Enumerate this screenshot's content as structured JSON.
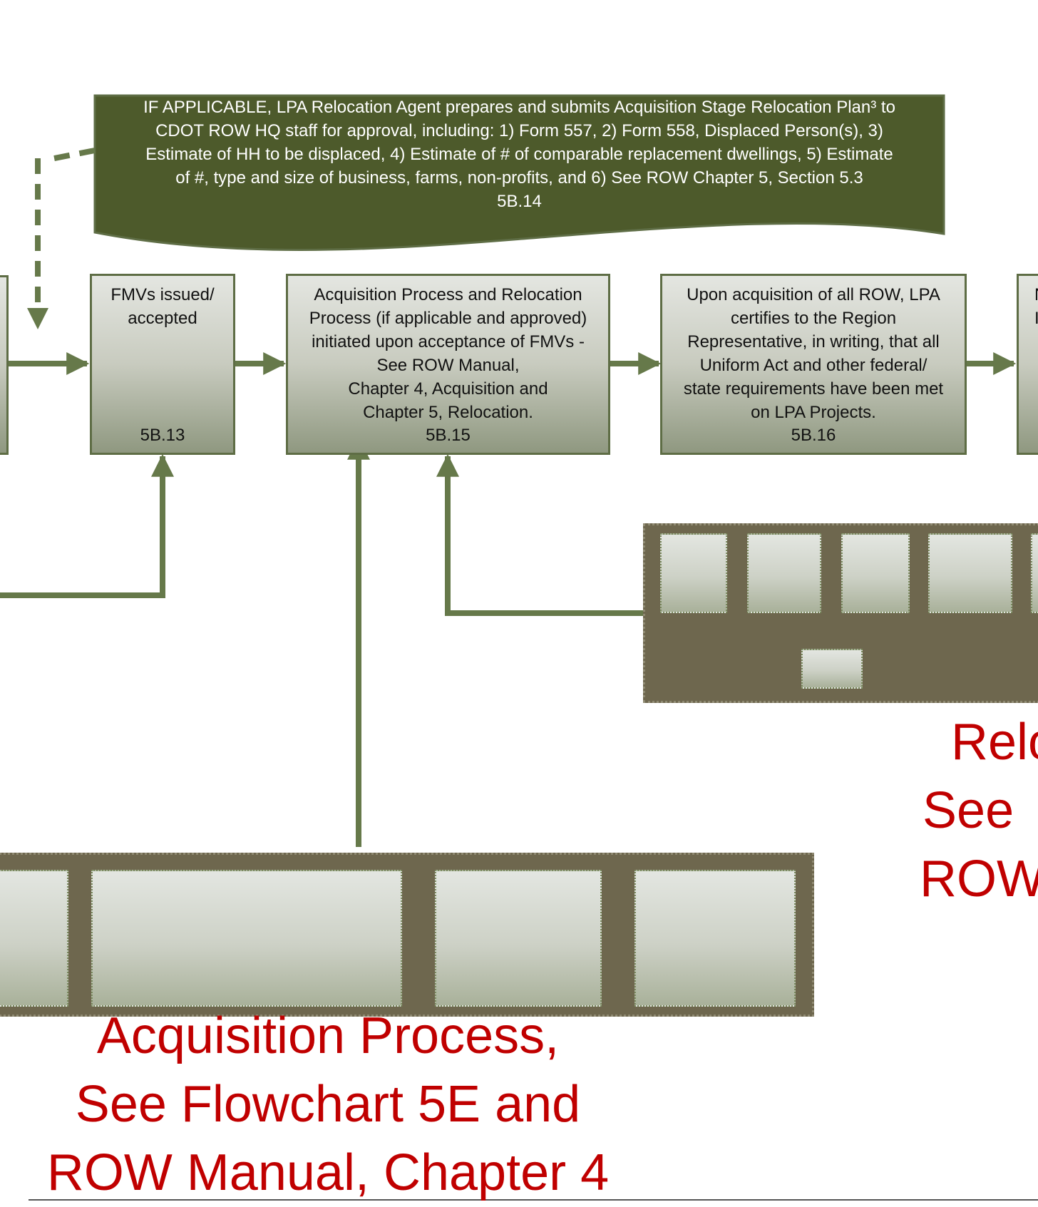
{
  "colors": {
    "arrow": "#66794a",
    "node_border": "#5e6d45",
    "note_fill": "#4d5a2b",
    "container_fill": "#6e674e",
    "callout_text": "#c00000"
  },
  "note_5b14": {
    "lines": [
      "IF APPLICABLE, LPA Relocation Agent prepares and submits Acquisition Stage Relocation Plan³ to",
      "CDOT ROW HQ staff for approval, including:  1) Form 557, 2) Form 558, Displaced Person(s), 3)",
      "Estimate of HH to be displaced, 4) Estimate of # of comparable replacement dwellings, 5) Estimate",
      "of #, type and  size of business, farms, non-profits, and 6) See ROW Chapter 5, Section 5.3",
      "5B.14"
    ]
  },
  "nodes": {
    "n5b13": {
      "lines": [
        "FMVs issued/",
        "accepted"
      ],
      "id": "5B.13"
    },
    "n5b15": {
      "lines": [
        "Acquisition Process and Relocation",
        "Process (if applicable and approved)",
        "initiated upon  acceptance of FMVs -",
        "See ROW Manual,",
        "Chapter 4, Acquisition and",
        "Chapter 5, Relocation."
      ],
      "id": "5B.15"
    },
    "n5b16": {
      "lines": [
        "Upon acquisition of all ROW, LPA",
        "certifies to the Region",
        "Representative, in writing, that all",
        "Uniform Act and other federal/",
        "state requirements have been met",
        "on LPA Projects."
      ],
      "id": "5B.16"
    },
    "n_partial": {
      "lines": [
        "N",
        "I"
      ]
    }
  },
  "acquisition_callout": {
    "lines": [
      "Acquisition Process,",
      "See Flowchart 5E and",
      "ROW Manual, Chapter 4"
    ]
  },
  "relocation_callout": {
    "lines": [
      "Relo",
      "See ",
      "ROW"
    ]
  }
}
